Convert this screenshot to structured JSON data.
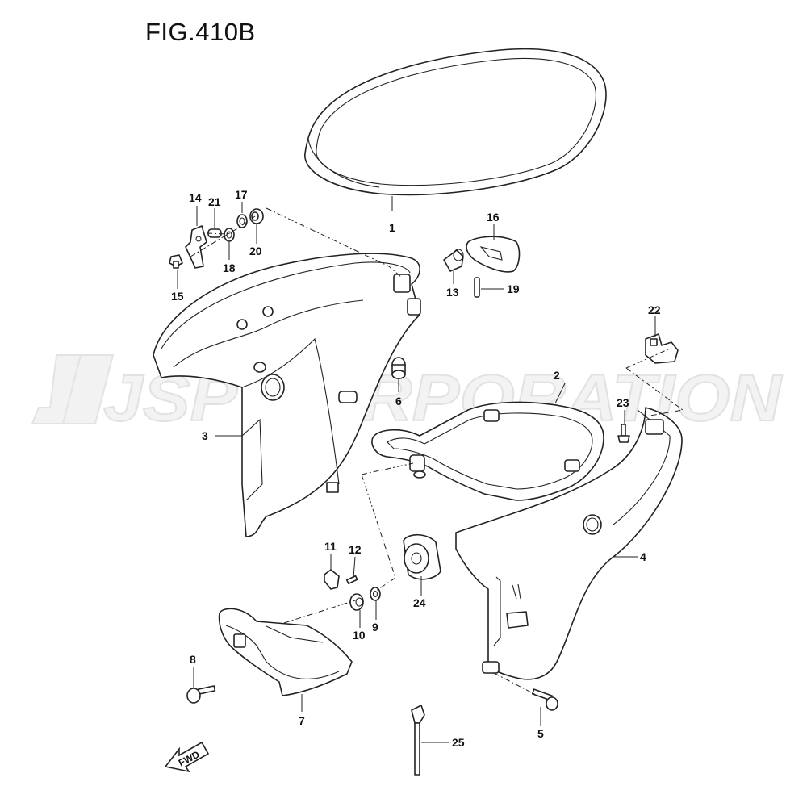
{
  "figure": {
    "title": "FIG.410B"
  },
  "watermark": {
    "text": "JSP CORPORATION"
  },
  "fwd_label": "FWD",
  "parts": [
    {
      "id": "1",
      "label": "1"
    },
    {
      "id": "2",
      "label": "2"
    },
    {
      "id": "3",
      "label": "3"
    },
    {
      "id": "4",
      "label": "4"
    },
    {
      "id": "5",
      "label": "5"
    },
    {
      "id": "6",
      "label": "6"
    },
    {
      "id": "7",
      "label": "7"
    },
    {
      "id": "8",
      "label": "8"
    },
    {
      "id": "9",
      "label": "9"
    },
    {
      "id": "10",
      "label": "10"
    },
    {
      "id": "11",
      "label": "11"
    },
    {
      "id": "12",
      "label": "12"
    },
    {
      "id": "13",
      "label": "13"
    },
    {
      "id": "14",
      "label": "14"
    },
    {
      "id": "15",
      "label": "15"
    },
    {
      "id": "16",
      "label": "16"
    },
    {
      "id": "17",
      "label": "17"
    },
    {
      "id": "18",
      "label": "18"
    },
    {
      "id": "19",
      "label": "19"
    },
    {
      "id": "20",
      "label": "20"
    },
    {
      "id": "21",
      "label": "21"
    },
    {
      "id": "22",
      "label": "22"
    },
    {
      "id": "23",
      "label": "23"
    },
    {
      "id": "24",
      "label": "24"
    },
    {
      "id": "25",
      "label": "25"
    }
  ]
}
